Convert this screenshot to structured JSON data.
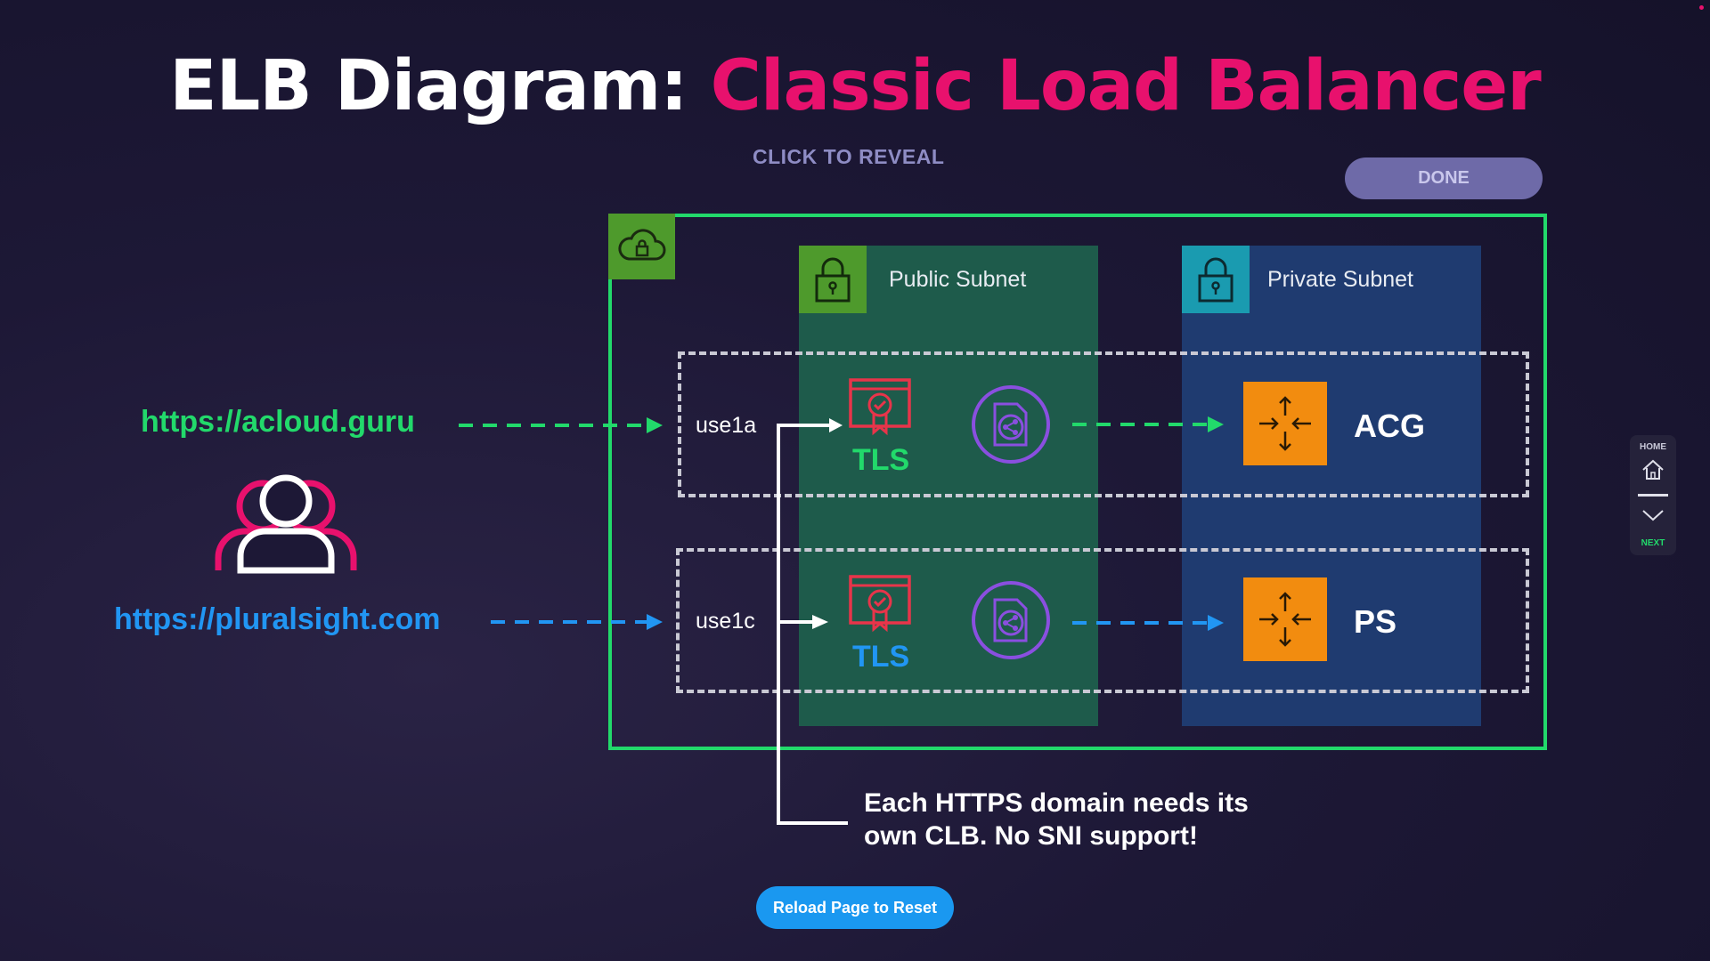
{
  "title": {
    "main": "ELB Diagram: ",
    "accent": "Classic Load Balancer"
  },
  "reveal_label": "CLICK TO REVEAL",
  "done_label": "DONE",
  "subnets": {
    "public": "Public Subnet",
    "private": "Private Subnet"
  },
  "zones": [
    {
      "label": "use1a",
      "url": "https://acloud.guru",
      "tls": "TLS",
      "target": "ACG",
      "color": "#22d96b"
    },
    {
      "label": "use1c",
      "url": "https://pluralsight.com",
      "tls": "TLS",
      "target": "PS",
      "color": "#2196f3"
    }
  ],
  "note": {
    "line1": "Each HTTPS domain needs its",
    "line2": "own CLB. No SNI support!"
  },
  "reload_label": "Reload Page to Reset",
  "nav": {
    "home": "HOME",
    "next": "NEXT"
  },
  "icons": {
    "vpc": "cloud-lock-icon",
    "subnet": "padlock-icon",
    "certificate": "certificate-icon",
    "load_balancer": "load-balancer-icon",
    "target": "ec2-target-icon",
    "user": "user-group-icon"
  },
  "colors": {
    "accent": "#e8116d",
    "green": "#22d96b",
    "blue": "#2196f3",
    "orange": "#f28c0f"
  }
}
